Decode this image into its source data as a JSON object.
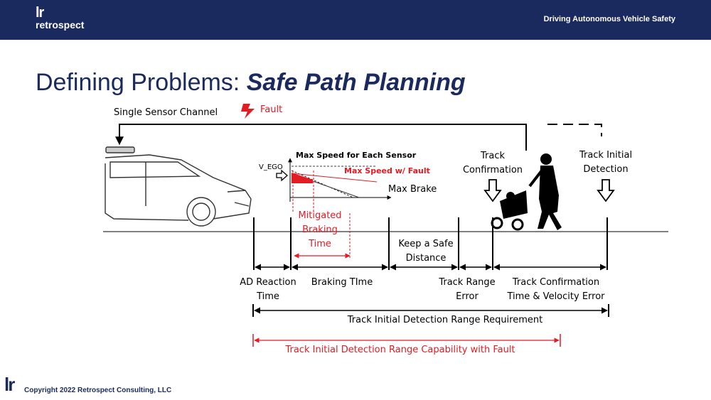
{
  "header": {
    "logo_mark": "lr",
    "logo_word": "retrospect",
    "title": "Driving Autonomous Vehicle Safety",
    "bar_color": "#1b2a5e"
  },
  "slide": {
    "title_plain": "Defining Problems: ",
    "title_emphasis": "Safe Path Planning"
  },
  "diagram": {
    "sensor_channel": "Single Sensor Channel",
    "fault": "Fault",
    "max_speed_title": "Max Speed for Each Sensor",
    "v_ego": "V_EGO",
    "max_speed_fault": "Max Speed w/ Fault",
    "max_brake": "Max Brake",
    "track_confirmation": [
      "Track",
      "Confirmation"
    ],
    "track_initial_detection": [
      "Track Initial",
      "Detection"
    ],
    "mitigated_braking": [
      "Mitigated",
      "Braking",
      "Time"
    ],
    "keep_safe_distance": [
      "Keep a Safe",
      "Distance"
    ],
    "ad_reaction": [
      "AD Reaction",
      "Time"
    ],
    "braking_time": "Braking TIme",
    "track_range_error": [
      "Track Range",
      "Error"
    ],
    "track_conf_velocity": [
      "Track Confirmation",
      "Time & Velocity Error"
    ],
    "range_requirement": "Track Initial Detection Range Requirement",
    "range_capability_fault": "Track Initial Detection Range Capability with Fault",
    "fault_color": "#e31b23"
  },
  "footer": {
    "mark": "lr",
    "copyright": "Copyright  2022 Retrospect Consulting,  LLC"
  }
}
